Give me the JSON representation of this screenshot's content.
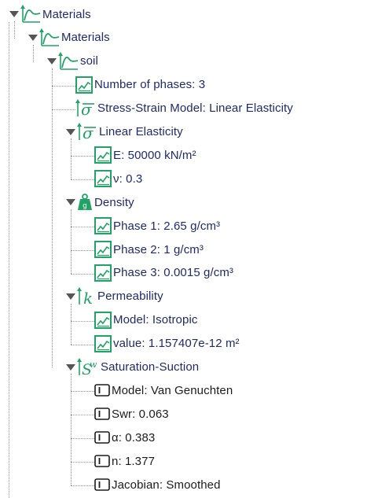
{
  "tree": [
    {
      "level": 0,
      "icon": "curve-icon",
      "label": "Materials",
      "expanded": true
    },
    {
      "level": 1,
      "icon": "curve-icon",
      "label": "Materials",
      "expanded": true
    },
    {
      "level": 2,
      "icon": "curve-icon",
      "label": "soil",
      "expanded": true
    },
    {
      "level": 3,
      "icon": "chart-icon",
      "label": "Number of phases: 3"
    },
    {
      "level": 3,
      "icon": "sigma-icon",
      "label": "Stress-Strain Model: Linear Elasticity"
    },
    {
      "level": 3,
      "icon": "sigma-icon",
      "label": "Linear Elasticity",
      "expanded": true
    },
    {
      "level": 4,
      "icon": "chart-icon",
      "label": "E: 50000 kN/m²"
    },
    {
      "level": 4,
      "icon": "chart-icon",
      "label": "ν: 0.3"
    },
    {
      "level": 3,
      "icon": "weight-icon",
      "label": "Density",
      "expanded": true
    },
    {
      "level": 4,
      "icon": "chart-icon",
      "label": "Phase 1: 2.65 g/cm³"
    },
    {
      "level": 4,
      "icon": "chart-icon",
      "label": "Phase 2: 1 g/cm³"
    },
    {
      "level": 4,
      "icon": "chart-icon",
      "label": "Phase 3: 0.0015 g/cm³"
    },
    {
      "level": 3,
      "icon": "k-icon",
      "label": "Permeability",
      "expanded": true
    },
    {
      "level": 4,
      "icon": "chart-icon",
      "label": "Model: Isotropic"
    },
    {
      "level": 4,
      "icon": "chart-icon",
      "label": "value: 1.157407e-12 m²"
    },
    {
      "level": 3,
      "icon": "sw-icon",
      "label": "Saturation-Suction",
      "expanded": true
    },
    {
      "level": 4,
      "icon": "property-icon",
      "label": "Model: Van Genuchten",
      "dark": true
    },
    {
      "level": 4,
      "icon": "property-icon",
      "label": "Swr: 0.063",
      "dark": true
    },
    {
      "level": 4,
      "icon": "property-icon",
      "label": "α: 0.383",
      "dark": true
    },
    {
      "level": 4,
      "icon": "property-icon",
      "label": "n: 1.377",
      "dark": true
    },
    {
      "level": 4,
      "icon": "property-icon",
      "label": "Jacobian: Smoothed",
      "dark": true
    }
  ],
  "colors": {
    "icon_green": "#21a366",
    "label_blue": "#1f2a6b",
    "label_dark": "#1c1c1c",
    "tree_lines": "#9a9a9a"
  }
}
